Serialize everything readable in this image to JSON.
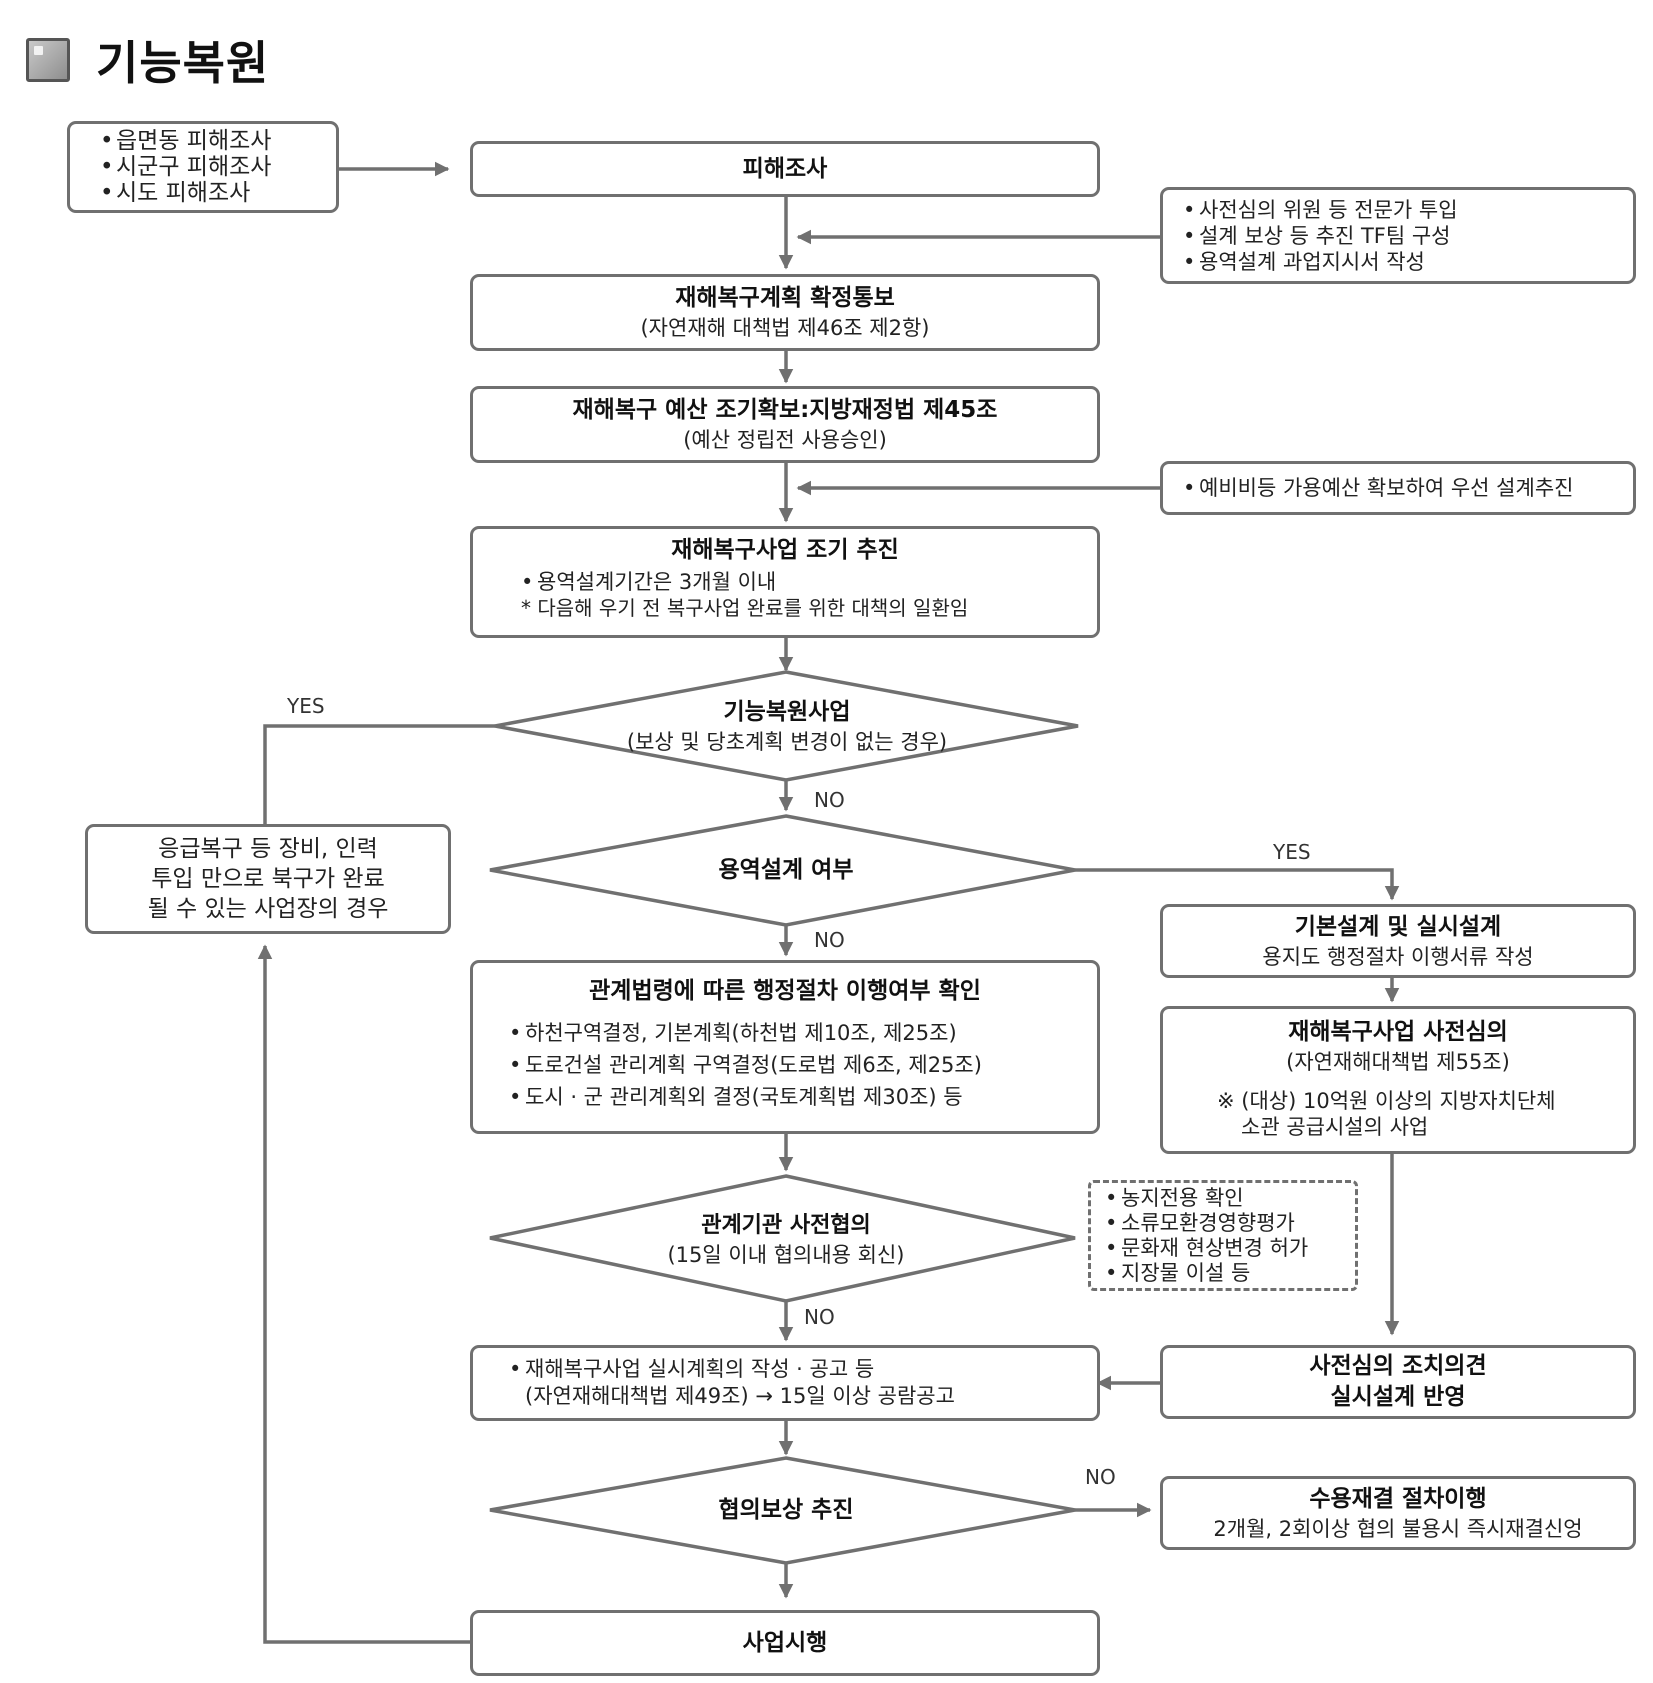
{
  "title": "기능복원",
  "nodes": {
    "survey_sources": [
      "읍면동 피해조사",
      "시군구 피해조사",
      "시도 피해조사"
    ],
    "damage_survey": "피해조사",
    "expert_input": [
      "사전심의 위원 등 전문가 투입",
      "설계 보상 등 추진 TF팀 구성",
      "용역설계 과업지시서 작성"
    ],
    "plan_notice": {
      "title": "재해복구계획 확정통보",
      "sub": "(자연재해 대책법 제46조 제2항)"
    },
    "budget": {
      "title": "재해복구 예산 조기확보:지방재정법 제45조",
      "sub": "(예산 정립전 사용승인)"
    },
    "reserve_budget": "예비비등 가용예산 확보하여 우선 설계추진",
    "early_project": {
      "title": "재해복구사업 조기 추진",
      "bullet": "용역설계기간은 3개월 이내",
      "note": "* 다음해 우기 전 복구사업 완료를 위한 대책의 일환임"
    },
    "function_restore_decision": {
      "title": "기능복원사업",
      "sub": "(보상 및 당초계획 변경이 없는 경우)"
    },
    "emergency_case": [
      "응급복구 등 장비, 인력",
      "투입 만으로 북구가 완료",
      "될 수 있는 사업장의 경우"
    ],
    "design_decision": "용역설계 여부",
    "basic_design": {
      "title": "기본설계 및 실시설계",
      "sub": "용지도 행정절차 이행서류 작성"
    },
    "admin_check": {
      "title": "관계법령에 따른 행정절차 이행여부 확인",
      "items": [
        "하천구역결정, 기본계획(하천법 제10조, 제25조)",
        "도로건설 관리계획 구역결정(도로법 제6조, 제25조)",
        "도시 · 군 관리계획외 결정(국토계획법 제30조) 등"
      ]
    },
    "pre_review": {
      "title": "재해복구사업 사전심의",
      "sub": "(자연재해대책법 제55조)",
      "note1": "※ (대상) 10억원 이상의 지방자치단체",
      "note2": "소관 공급시설의 사업"
    },
    "agency_consult": {
      "title": "관계기관 사전협의",
      "sub": "(15일 이내 협의내용 회신)"
    },
    "consult_items": [
      "농지전용 확인",
      "소류모환경영향평가",
      "문화재 현상변경 허가",
      "지장물 이설 등"
    ],
    "exec_plan": {
      "line1": "재해복구사업 실시계획의 작성 · 공고 등",
      "line2": "(자연재해대책법 제49조) → 15일 이상 공람공고"
    },
    "review_opinion": {
      "line1": "사전심의 조치의견",
      "line2": "실시설계 반영"
    },
    "compensation_decision": "협의보상 추진",
    "expropriation": {
      "title": "수용재결 절차이행",
      "sub": "2개월, 2회이상 협의 불용시 즉시재결신엉"
    },
    "project_exec": "사업시행"
  },
  "edge_labels": {
    "yes_function": "YES",
    "no_function": "NO",
    "yes_design": "YES",
    "no_design": "NO",
    "no_consult": "NO",
    "no_compensation": "NO"
  },
  "colors": {
    "line": "#707070",
    "border": "#707070",
    "text": "#222222"
  }
}
